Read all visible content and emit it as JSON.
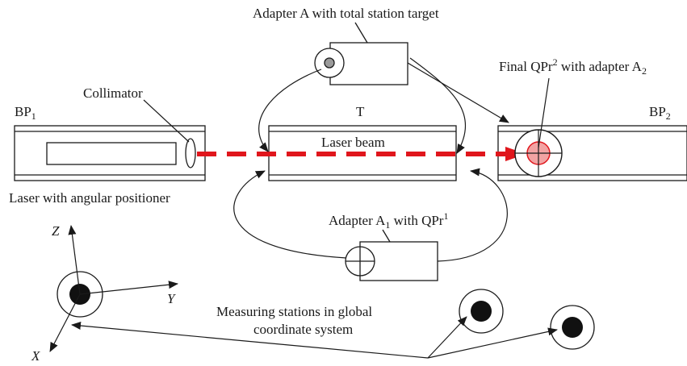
{
  "labels": {
    "adapter_a": "Adapter A with total station target",
    "final_prefix": "Final QPr",
    "final_sup": "2",
    "final_mid": " with adapter A",
    "final_sub": "2",
    "collimator": "Collimator",
    "bp1_main": "BP",
    "bp1_sub": "1",
    "t": "T",
    "laser_beam": "Laser beam",
    "bp2_main": "BP",
    "bp2_sub": "2",
    "laser_positioner": "Laser with angular positioner",
    "adapter_a1_prefix": "Adapter A",
    "adapter_a1_sub": "1",
    "adapter_a1_mid": " with QPr",
    "adapter_a1_sup": "1",
    "measuring_line1": "Measuring stations in global",
    "measuring_line2": "coordinate system",
    "axis_z": "Z",
    "axis_y": "Y",
    "axis_x": "X"
  },
  "colors": {
    "laser": "#e0161c",
    "qpr_fill": "#f2a3a3",
    "line": "#1a1a1a",
    "target_fill": "#9a9a9a",
    "station_fill": "#111111"
  }
}
